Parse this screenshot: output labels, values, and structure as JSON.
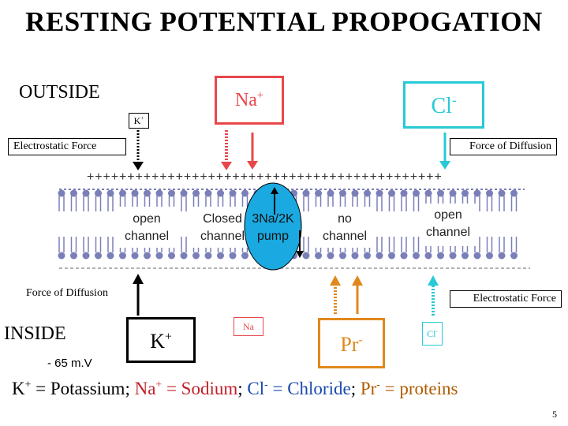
{
  "title": "RESTING POTENTIAL PROPOGATION",
  "outside_label": "OUTSIDE",
  "inside_label": "INSIDE",
  "voltage_label": "- 65 m.V",
  "ions": {
    "na_top": {
      "base": "Na",
      "charge": "+"
    },
    "cl_top": {
      "base": "Cl",
      "charge": "-"
    },
    "k_small": {
      "base": "K",
      "charge": "+"
    },
    "k_inside": {
      "base": "K",
      "charge": "+"
    },
    "na_inside": {
      "base": "Na"
    },
    "pr_inside": {
      "base": "Pr",
      "charge": "-"
    },
    "cl_inside": {
      "base": "Cl",
      "charge": "-"
    }
  },
  "forces": {
    "top_left": "Electrostatic Force",
    "top_right": "Force of Diffusion",
    "bottom_left": "Force of Diffusion",
    "bottom_right": "Electrostatic Force"
  },
  "membrane": {
    "charge_row": "++++++++++++++++++++++++++++++++++++++++++++",
    "channels": [
      {
        "line1": "open",
        "line2": "channel"
      },
      {
        "line1": "Closed",
        "line2": "channel"
      },
      {
        "line1": "no",
        "line2": "channel"
      },
      {
        "line1": "open",
        "line2": "channel"
      }
    ],
    "pump": {
      "line1": "3Na/2K",
      "line2": "pump"
    }
  },
  "legend": {
    "k": "K",
    "k_charge": "+",
    "k_text": " = Potassium; ",
    "na": "Na",
    "na_charge": "+",
    "na_text": " = Sodium",
    "sep1": "; ",
    "cl": "Cl",
    "cl_charge": "-",
    "cl_text": " = Chloride",
    "sep2": "; ",
    "pr": "Pr",
    "pr_charge": "-",
    "pr_text": " = proteins"
  },
  "page_number": "5",
  "colors": {
    "na": "#e8474a",
    "cl": "#27c9d6",
    "pr": "#e0881c",
    "k": "#000000",
    "pump": "#1aa9e0",
    "membrane": "#7a7fb8",
    "legend_na": "#c0202a",
    "legend_cl": "#1a4ab0",
    "legend_pr": "#b05a00"
  }
}
